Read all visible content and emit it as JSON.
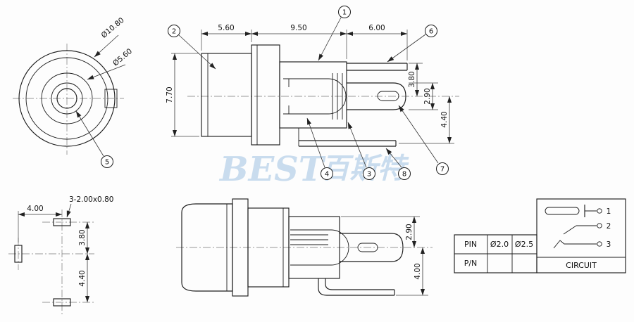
{
  "watermark": {
    "brand": "BEST",
    "brand_cjk": "百斯特"
  },
  "front_view": {
    "dim_outer": "Ø10.80",
    "dim_inner": "Ø5.60",
    "callout_5": "5"
  },
  "side_view": {
    "dim_len_body": "5.60",
    "dim_len_mid": "9.50",
    "dim_len_terminal": "6.00",
    "dim_height_body": "7.70",
    "dim_h_top": "3.80",
    "dim_h_pin": "2.90",
    "dim_h_bottom": "4.40",
    "callout_1": "1",
    "callout_2": "2",
    "callout_3": "3",
    "callout_4": "4",
    "callout_6": "6",
    "callout_7": "7",
    "callout_8": "8"
  },
  "pin_layout": {
    "dim_pitch": "4.00",
    "pad_note": "3-2.00x0.80",
    "dim_row_upper": "3.80",
    "dim_row_lower": "4.40"
  },
  "mount_view": {
    "dim_pin_offset": "2.90",
    "dim_leg": "4.00"
  },
  "spec_table": {
    "row1": [
      "PIN",
      "Ø2.0",
      "Ø2.5"
    ],
    "row2": [
      "P/N",
      "",
      ""
    ],
    "circuit_label": "CIRCUIT",
    "pins": [
      "1",
      "2",
      "3"
    ]
  }
}
